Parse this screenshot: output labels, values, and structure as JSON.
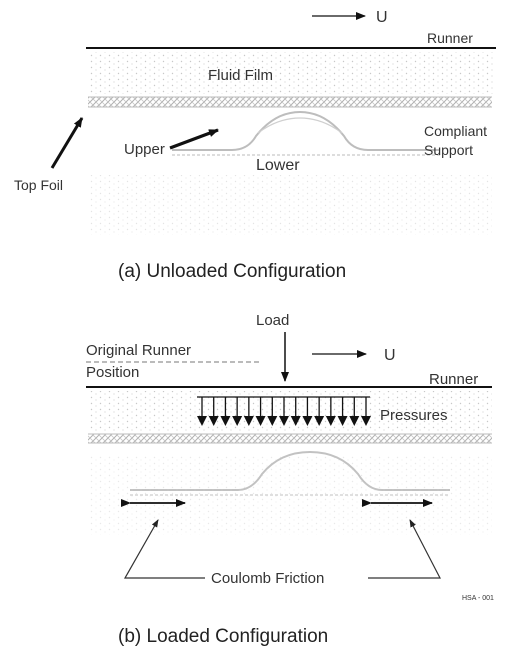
{
  "panel_a": {
    "velocity_label": "U",
    "runner_label": "Runner",
    "fluid_film_label": "Fluid Film",
    "top_foil_label": "Top Foil",
    "upper_label": "Upper",
    "lower_label": "Lower",
    "compliant_support_label": "Compliant\nSupport",
    "caption": "(a) Unloaded Configuration"
  },
  "panel_b": {
    "load_label": "Load",
    "original_runner_position_label": "Original Runner\nPosition",
    "velocity_label": "U",
    "runner_label": "Runner",
    "pressures_label": "Pressures",
    "coulomb_friction_label": "Coulomb Friction",
    "figure_code": "HSA - 001",
    "caption": "(b) Loaded Configuration"
  },
  "colors": {
    "ink": "#111111",
    "texture": "#c8c8c8",
    "label": "#333333"
  }
}
